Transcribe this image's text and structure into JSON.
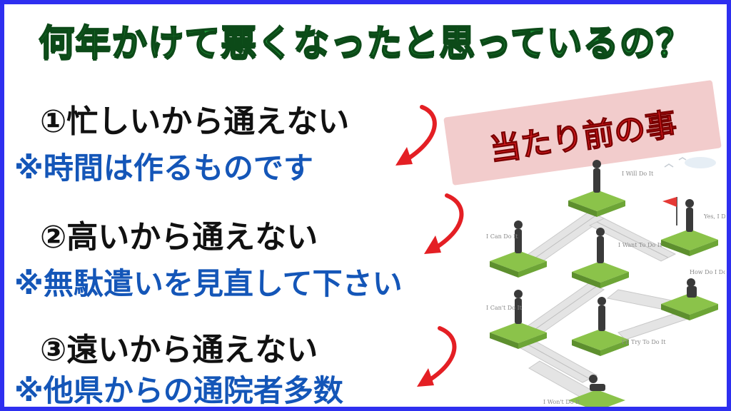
{
  "title": "何年かけて悪くなったと思っているの？",
  "items": [
    {
      "reason": "①忙しいから通えない",
      "solution": "※時間は作るものです"
    },
    {
      "reason": "②高いから通えない",
      "solution": "※無駄遣いを見直して下さい"
    },
    {
      "reason": "③遠いから通えない",
      "solution": "※他県からの通院者多数"
    }
  ],
  "banner": "当たり前の事",
  "signs": [
    "I Will Do It",
    "Yes, I Did It",
    "I Can Do It",
    "I Want To Do It",
    "How Do I Do It",
    "I Can't Do It",
    "I'll Try To Do It",
    "I Won't Do It"
  ],
  "colors": {
    "frame": "#2e2ff0",
    "title": "#1f9b3a",
    "solution": "#1456b8",
    "arrow": "#e41f24",
    "banner_bg": "#f1c9c9"
  }
}
